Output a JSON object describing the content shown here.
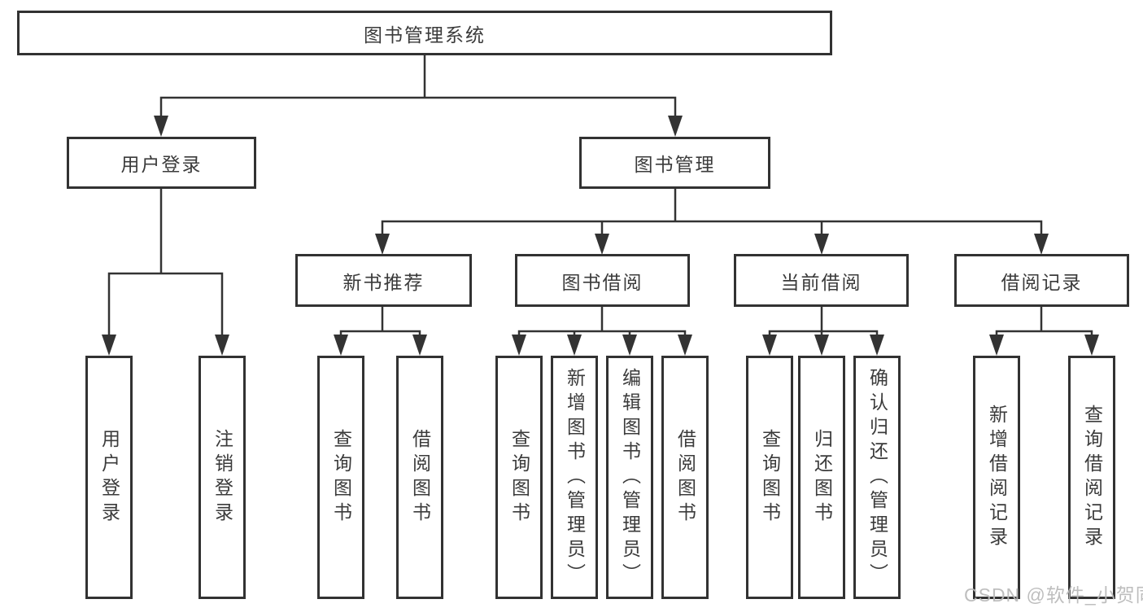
{
  "root": {
    "label": "图书管理系统"
  },
  "level2": [
    {
      "label": "用户登录"
    },
    {
      "label": "图书管理"
    }
  ],
  "level3": [
    {
      "label": "新书推荐"
    },
    {
      "label": "图书借阅"
    },
    {
      "label": "当前借阅"
    },
    {
      "label": "借阅记录"
    }
  ],
  "leaves": {
    "user_login": [
      "用户登录",
      "注销登录"
    ],
    "new_book": [
      "查询图书",
      "借阅图书"
    ],
    "book_borrow": [
      "查询图书",
      "新增图书（管理员）",
      "编辑图书（管理员）",
      "借阅图书"
    ],
    "current_borrow": [
      "查询图书",
      "归还图书",
      "确认归还（管理员）"
    ],
    "borrow_records": [
      "新增借阅记录",
      "查询借阅记录"
    ]
  },
  "watermark": {
    "text": "CSDN @软件_小贺同学"
  },
  "colors": {
    "line": "#333333",
    "border": "#323232",
    "text": "#3b3b3b",
    "watermark": "#b9b9b9",
    "bg": "#ffffff"
  }
}
